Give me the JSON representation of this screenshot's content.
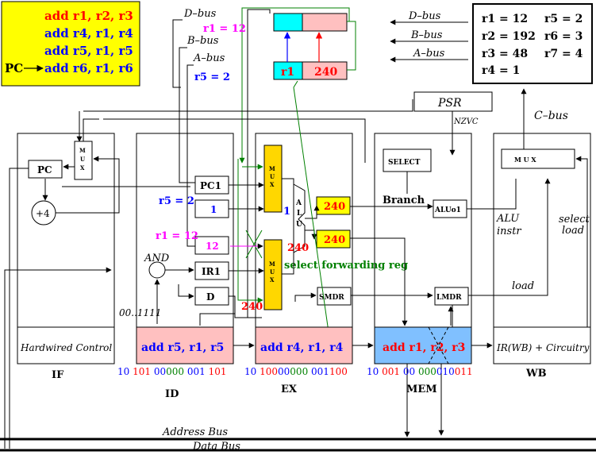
{
  "colors": {
    "instr_red": "#ff0000",
    "instr_blue": "#0000ff",
    "magenta": "#ff00ff",
    "green": "#008000",
    "yellow_box": "#ffff00",
    "pink": "#ffc0c0",
    "cyan": "#00ffff",
    "light_blue": "#80c0ff",
    "mux_yellow": "#ffd700"
  },
  "program": {
    "pc_label": "PC",
    "lines": [
      "add r1, r2, r3",
      "add r4, r1, r4",
      "add r5, r1, r5",
      "add r6, r1, r6"
    ]
  },
  "register_file_box": {
    "r1_label": "r1",
    "r1_value": "240"
  },
  "bus_labels": {
    "d_bus_left": "D–bus",
    "b_bus_left": "B–bus",
    "a_bus_left": "A–bus",
    "d_bus_right": "D–bus",
    "b_bus_right": "B–bus",
    "a_bus_right": "A–bus",
    "c_bus": "C–bus",
    "address_bus": "Address Bus",
    "data_bus": "Data Bus"
  },
  "annotations": {
    "r1_eq_12_top": "r1 = 12",
    "r5_eq_2_top": "r5 = 2",
    "r5_eq_2_id": "r5 = 2",
    "r1_eq_12_id": "r1 = 12",
    "select_forwarding_reg": "select forwarding reg",
    "branch": "Branch",
    "nzvc": "NZVC",
    "alu_instr_1": "ALU",
    "alu_instr_2": "instr",
    "select_load_1": "select",
    "select_load_2": "load",
    "load": "load",
    "and": "AND",
    "mask": "00..1111",
    "one_out": "1"
  },
  "registers_table": {
    "rows": [
      [
        "r1 = 12",
        "r5 = 2"
      ],
      [
        "r2 = 192",
        "r6 = 3"
      ],
      [
        "r3 = 48",
        "r7 = 4"
      ],
      [
        "r4 = 1",
        ""
      ]
    ]
  },
  "blocks": {
    "psr": "PSR",
    "select": "SELECT",
    "mux_label": "MUX",
    "pc": "PC",
    "plus4": "+4",
    "pc1": "PC1",
    "one": "1",
    "twelve": "12",
    "ir1": "IR1",
    "d": "D",
    "alu": "ALU",
    "alu_val_1": "240",
    "alu_val_2": "240",
    "alu_mux_out": "240",
    "bottom_mux_out": "240",
    "smdr": "SMDR",
    "lmdr": "LMDR",
    "aluo1": "ALUo1",
    "hardwired_control": "Hardwired Control",
    "ir_wb": "IR(WB) + Circuitry"
  },
  "stages": {
    "if": "IF",
    "id": "ID",
    "ex": "EX",
    "mem": "MEM",
    "wb": "WB"
  },
  "pipeline_instr": {
    "id": "add r5, r1, r5",
    "ex": "add r4, r1, r4",
    "mem": "add r1, r2, r3"
  },
  "encodings": {
    "id": [
      "10",
      "101",
      "00",
      "000",
      "001",
      "101"
    ],
    "ex": [
      "10",
      "100",
      "00",
      "000",
      "001",
      "100"
    ],
    "mem": [
      "10",
      "001",
      "00",
      "000",
      "010",
      "011"
    ]
  }
}
